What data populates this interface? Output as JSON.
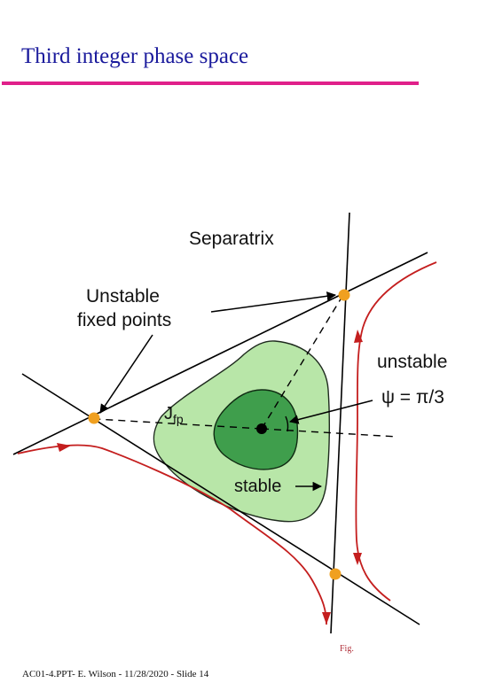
{
  "slide": {
    "title": "Third integer phase space",
    "footer": "AC01-4.PPT- E. Wilson - 11/28/2020 - Slide 14",
    "fig_caption": "Fig."
  },
  "diagram": {
    "labels": {
      "separatrix": "Separatrix",
      "unstable_fixed_points_line1": "Unstable",
      "unstable_fixed_points_line2": "fixed points",
      "unstable": "unstable",
      "psi_label": "ψ = π/3",
      "jfp_main": "J",
      "jfp_sub": "fp",
      "stable": "stable"
    },
    "colors": {
      "outer_region": "#b8e6a8",
      "inner_region": "#3f9e4c",
      "fixed_point": "#f0a020",
      "trajectory": "#c41e1e",
      "title": "#1a1a9c",
      "rule": "#e0208a"
    }
  }
}
